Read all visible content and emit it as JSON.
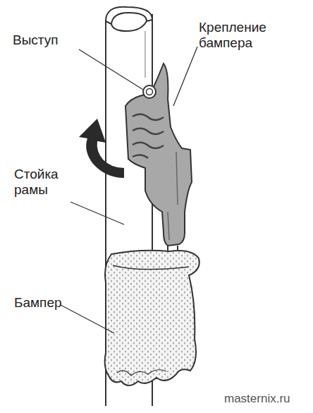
{
  "diagram": {
    "labels": [
      "Выступ",
      "Крепление бампера",
      "Стойка рамы",
      "Бампер",
      "masternix.ru"
    ]
  }
}
